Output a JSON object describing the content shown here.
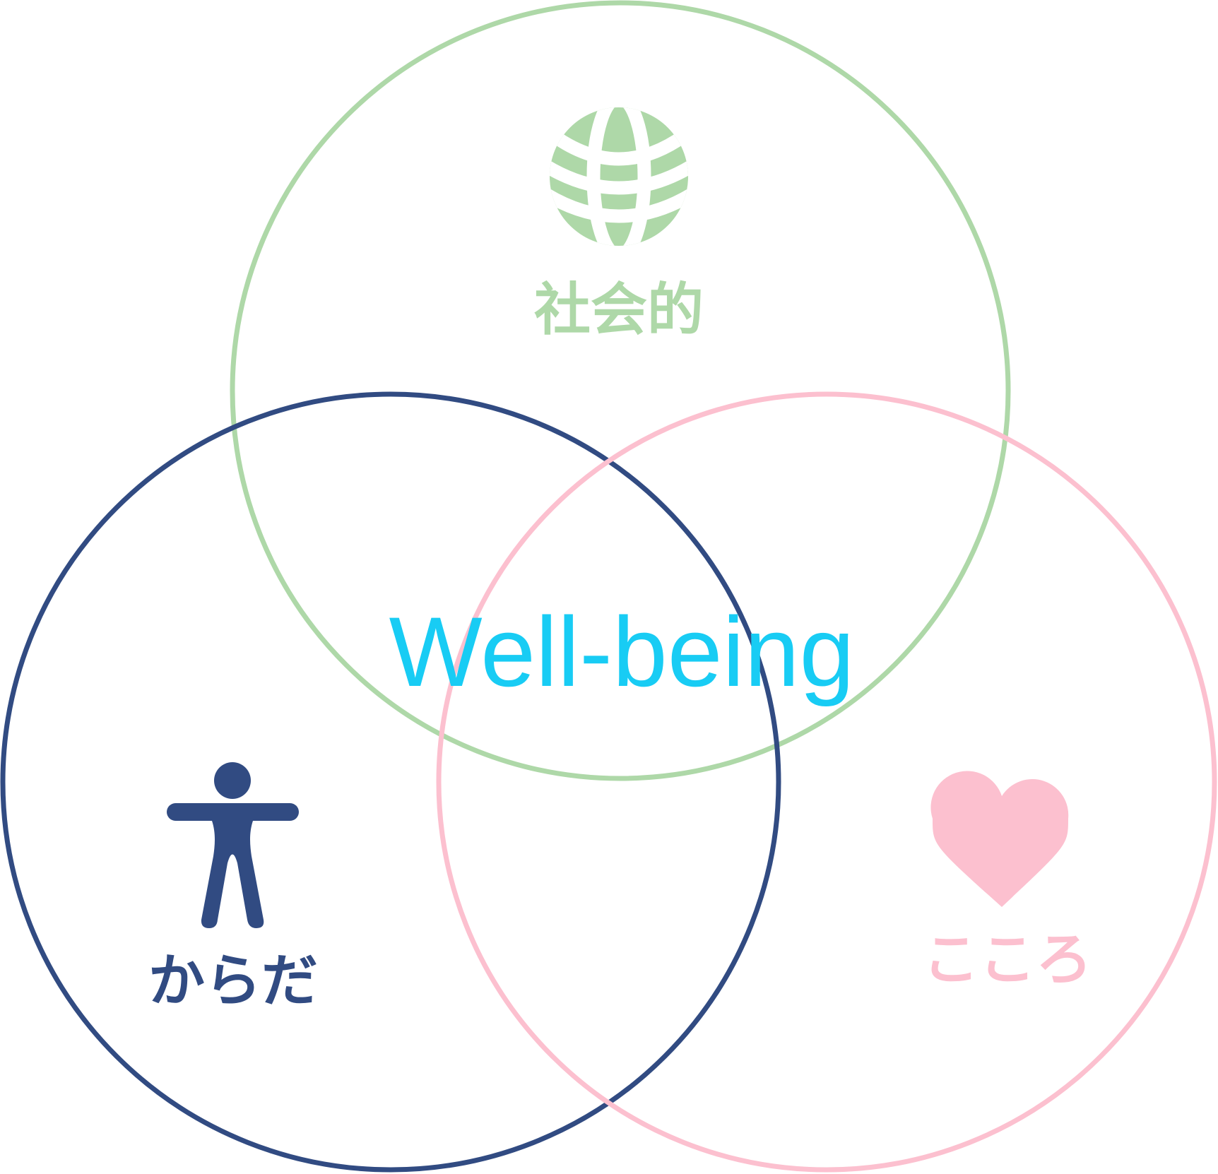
{
  "diagram": {
    "center_title": "Well-being",
    "social": {
      "label": "社会的",
      "icon": "globe-icon"
    },
    "body": {
      "label": "からだ",
      "icon": "person-figure-icon"
    },
    "mind": {
      "label": "こころ",
      "icon": "heart-icon"
    }
  },
  "colors": {
    "social": "#aed8a8",
    "body": "#314b82",
    "mind": "#fcc0cf",
    "center_title": "#18ccf4"
  }
}
